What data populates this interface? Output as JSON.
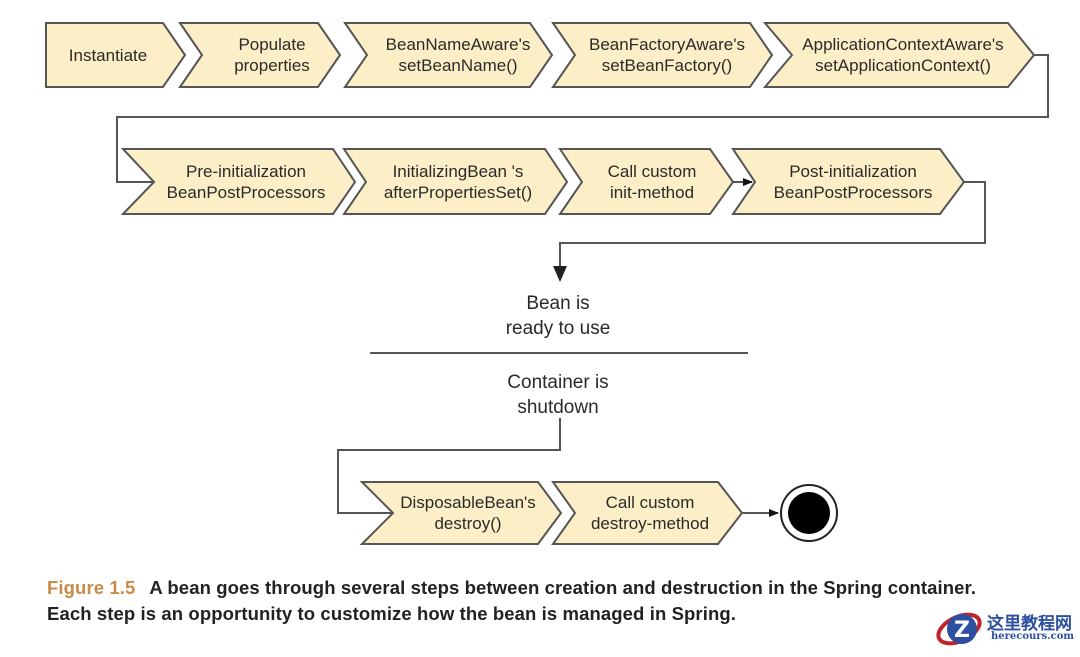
{
  "figure": {
    "row1": [
      {
        "line1": "Instantiate",
        "line2": ""
      },
      {
        "line1": "Populate",
        "line2": "properties"
      },
      {
        "line1": "BeanNameAware's",
        "line2": "setBeanName()"
      },
      {
        "line1": "BeanFactoryAware's",
        "line2": "setBeanFactory()"
      },
      {
        "line1": "ApplicationContextAware's",
        "line2": "setApplicationContext()"
      }
    ],
    "row2": [
      {
        "line1": "Pre-initialization",
        "line2": "BeanPostProcessors"
      },
      {
        "line1": "InitializingBean  's",
        "line2": "afterPropertiesSet()"
      },
      {
        "line1": "Call custom",
        "line2": "init-method"
      },
      {
        "line1": "Post-initialization",
        "line2": "BeanPostProcessors"
      }
    ],
    "ready": {
      "line1": "Bean is",
      "line2": "ready to use"
    },
    "shutdown": {
      "line1": "Container is",
      "line2": "shutdown"
    },
    "row3": [
      {
        "line1": "DisposableBean's",
        "line2": "destroy()"
      },
      {
        "line1": "Call custom",
        "line2": "destroy-method"
      }
    ],
    "end_state": "final-state-icon"
  },
  "caption": {
    "figure_label": "Figure 1.5",
    "text": "A bean goes through several steps between creation and destruction in the Spring container. Each step is an opportunity to customize how the bean is managed in Spring."
  },
  "watermark": {
    "title": "这里教程网",
    "site": "herecours.com"
  },
  "colors": {
    "shape_fill": "#fcefc7",
    "stroke": "#555555",
    "figure_label": "#c98b47",
    "watermark": "#2d4fa0"
  }
}
